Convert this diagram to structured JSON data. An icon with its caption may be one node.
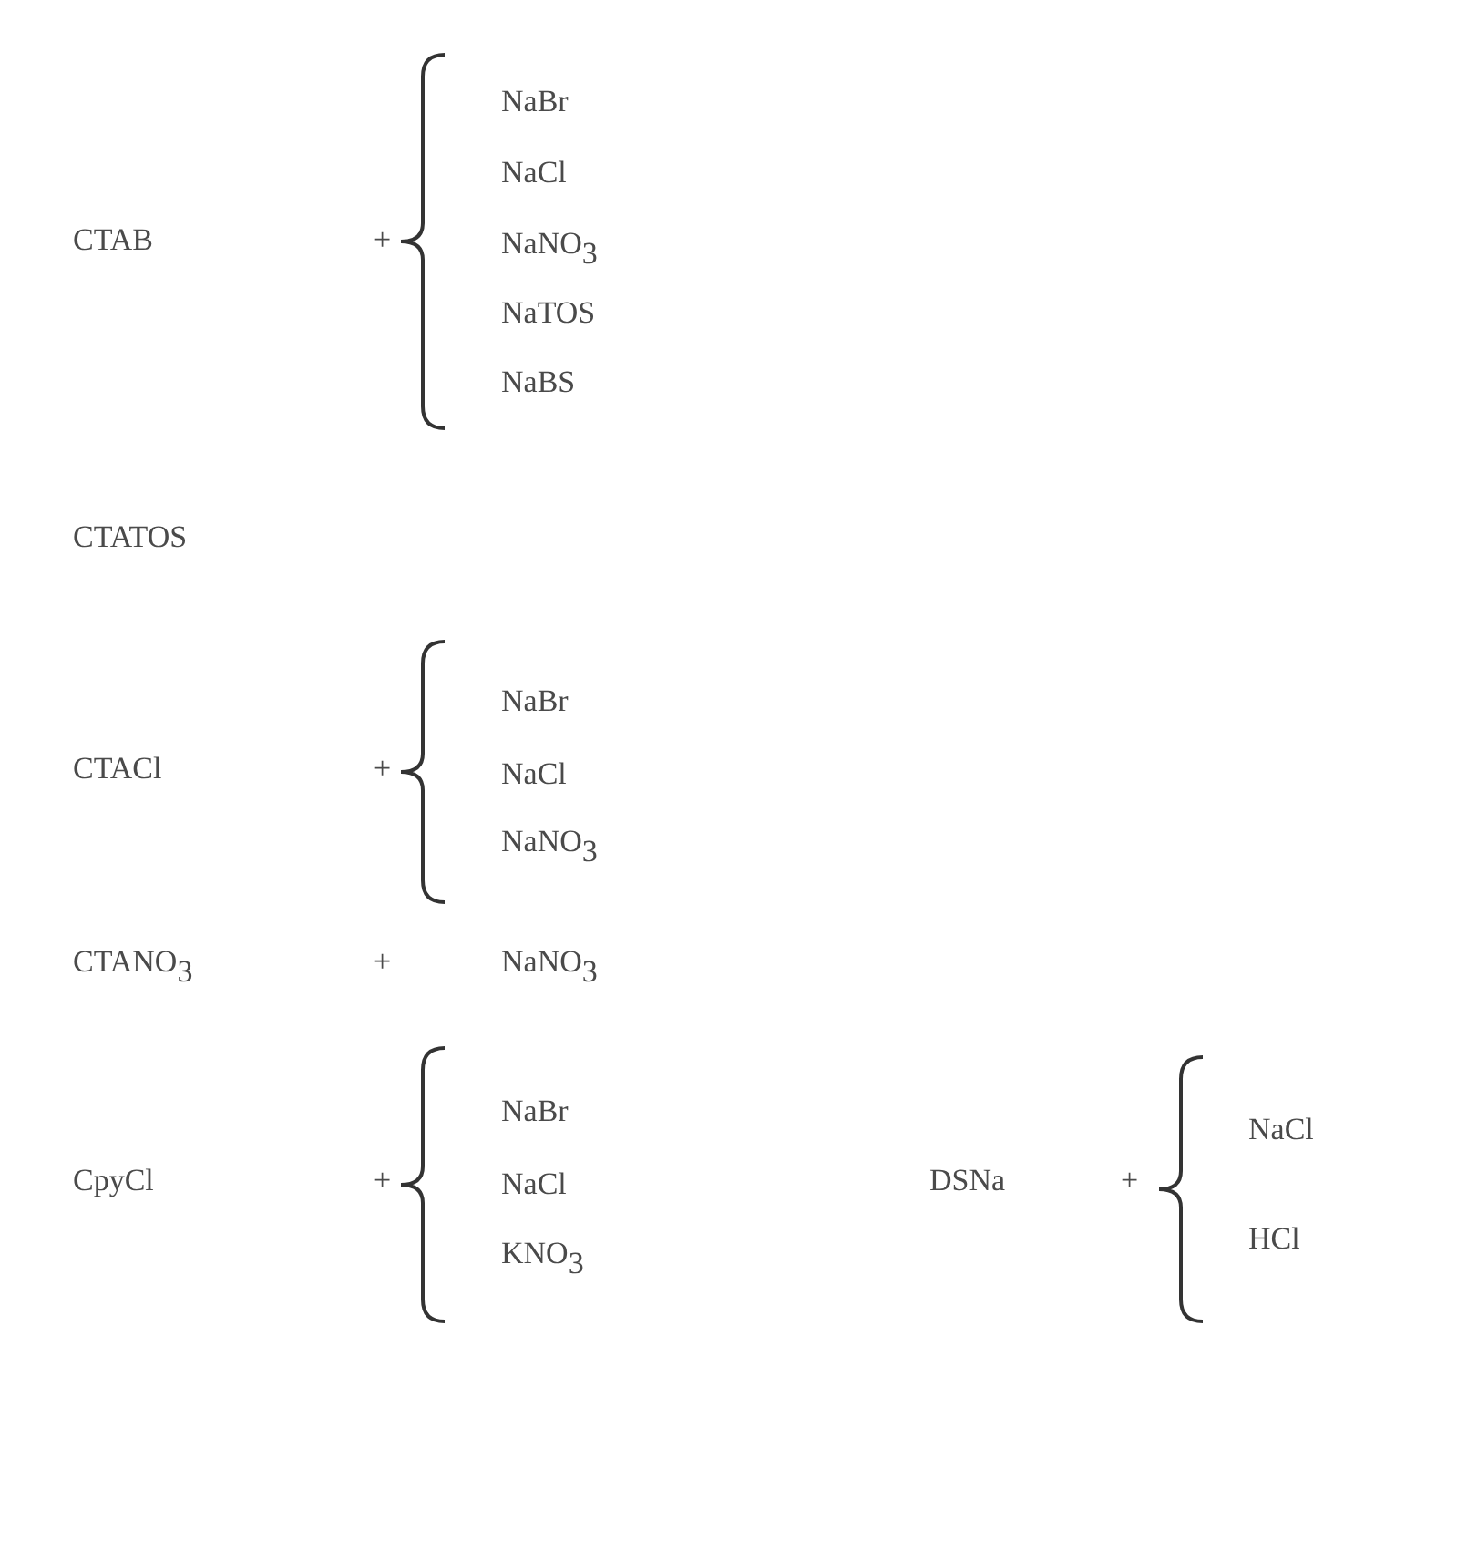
{
  "diagram": {
    "labels": [
      "CTAB",
      "+",
      "NaBr",
      "NaCl",
      "NaNO$_{3}$",
      "NaTOS",
      "NaBS",
      "CTATOS",
      "CTACl",
      "+",
      "NaBr",
      "NaCl",
      "NaNO$_{3}$",
      "CTANO$_{3}$",
      "+",
      "NaNO$_{3}$",
      "CpyCl",
      "+",
      "NaBr",
      "NaCl",
      "KNO$_{3}$",
      "DSNa",
      "+",
      "NaCl",
      "HCl"
    ]
  }
}
